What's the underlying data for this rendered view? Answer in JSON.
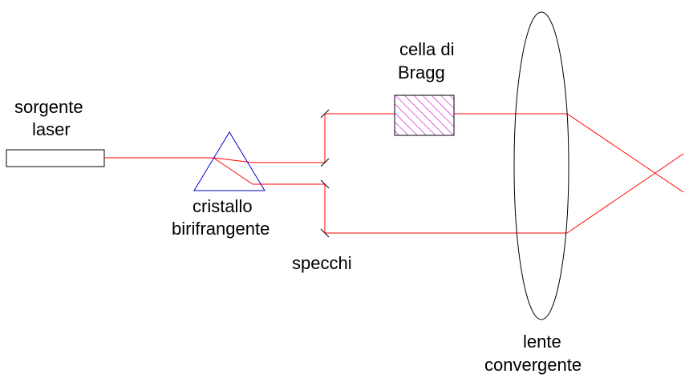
{
  "labels": {
    "source_line1": "sorgente",
    "source_line2": "laser",
    "crystal_line1": "cristallo",
    "crystal_line2": "birifrangente",
    "mirrors": "specchi",
    "bragg_line1": "cella di",
    "bragg_line2": "Bragg",
    "lens_line1": "lente",
    "lens_line2": "convergente"
  },
  "colors": {
    "beam": "#ff0000",
    "prism": "#0000cc",
    "bragg_hatch": "#cc00cc",
    "outline": "#000000"
  }
}
